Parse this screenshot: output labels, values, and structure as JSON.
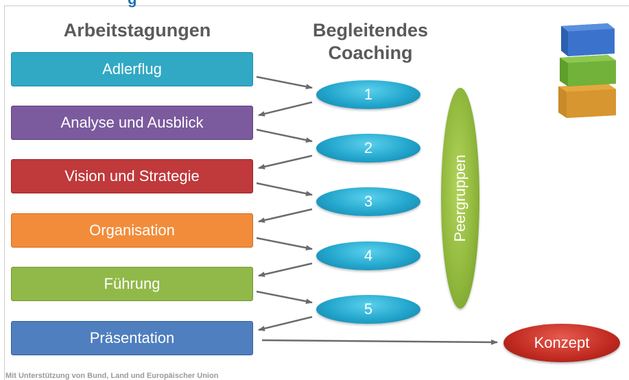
{
  "title_fragment": "g",
  "columns": {
    "left": "Arbeitstagungen",
    "middle_line1": "Begleitendes",
    "middle_line2": "Coaching"
  },
  "stages": [
    {
      "label": "Adlerflug",
      "color": "#31a9c4",
      "border": "#1f8ba5"
    },
    {
      "label": "Analyse und Ausblick",
      "color": "#7c5a9e",
      "border": "#5e4180"
    },
    {
      "label": "Vision und Strategie",
      "color": "#c0393b",
      "border": "#9a2426"
    },
    {
      "label": "Organisation",
      "color": "#f28c3b",
      "border": "#cf6c1f"
    },
    {
      "label": "Führung",
      "color": "#91b94a",
      "border": "#6f9530"
    },
    {
      "label": "Präsentation",
      "color": "#4f7fbe",
      "border": "#355f9c"
    }
  ],
  "coaching": [
    {
      "label": "1"
    },
    {
      "label": "2"
    },
    {
      "label": "3"
    },
    {
      "label": "4"
    },
    {
      "label": "5"
    }
  ],
  "peer_label": "Peergruppen",
  "konzept_label": "Konzept",
  "footer": "Mit Unterstützung von Bund, Land und Europäischer Union"
}
